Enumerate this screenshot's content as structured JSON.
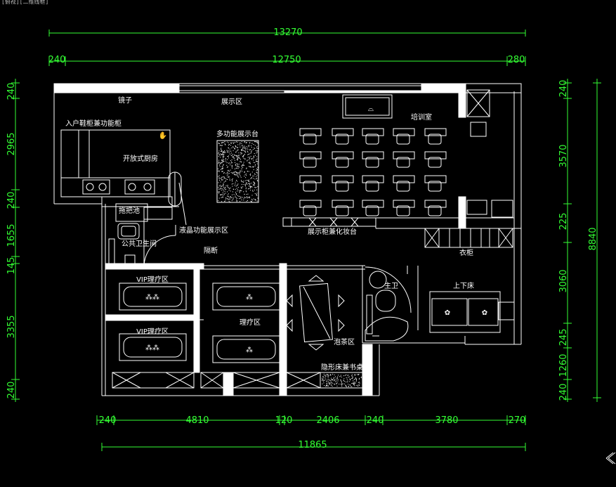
{
  "tab_label": "[俯视][二维线框]",
  "dimensions": {
    "top_total": "13270",
    "top_left": "240",
    "top_mid": "12750",
    "top_right": "280",
    "left": [
      "240",
      "2965",
      "240",
      "1655",
      "145",
      "3355",
      "240"
    ],
    "right": [
      "240",
      "3570",
      "225",
      "3060",
      "245",
      "1260",
      "240"
    ],
    "right_total": "8840",
    "bottom": [
      "240",
      "4810",
      "120",
      "2406",
      "240",
      "3780",
      "270"
    ],
    "bottom_total": "11865"
  },
  "rooms": {
    "mirror": "镜子",
    "display_area": "展示区",
    "training_room": "培训室",
    "entry_shoe_cabinet": "入户鞋柜兼功能柜",
    "multi_display": "多功能展示台",
    "open_kitchen": "开放式厨房",
    "mop_pool": "拖把池",
    "lcd_display": "液晶功能展示区",
    "public_toilet": "公共卫生间",
    "partition": "隔断",
    "display_cabinet": "展示柜兼化妆台",
    "wardrobe": "衣柜",
    "vip_room_1": "VIP理疗区",
    "vip_room_2": "VIP理疗区",
    "therapy_area": "理疗区",
    "master_bath": "主卫",
    "bunk_bed": "上下床",
    "tea_area": "泡茶区",
    "hidden_bed": "隐形床兼书桌"
  },
  "colors": {
    "dimension": "#33ff33",
    "lines": "#ffffff",
    "background": "#000000"
  }
}
